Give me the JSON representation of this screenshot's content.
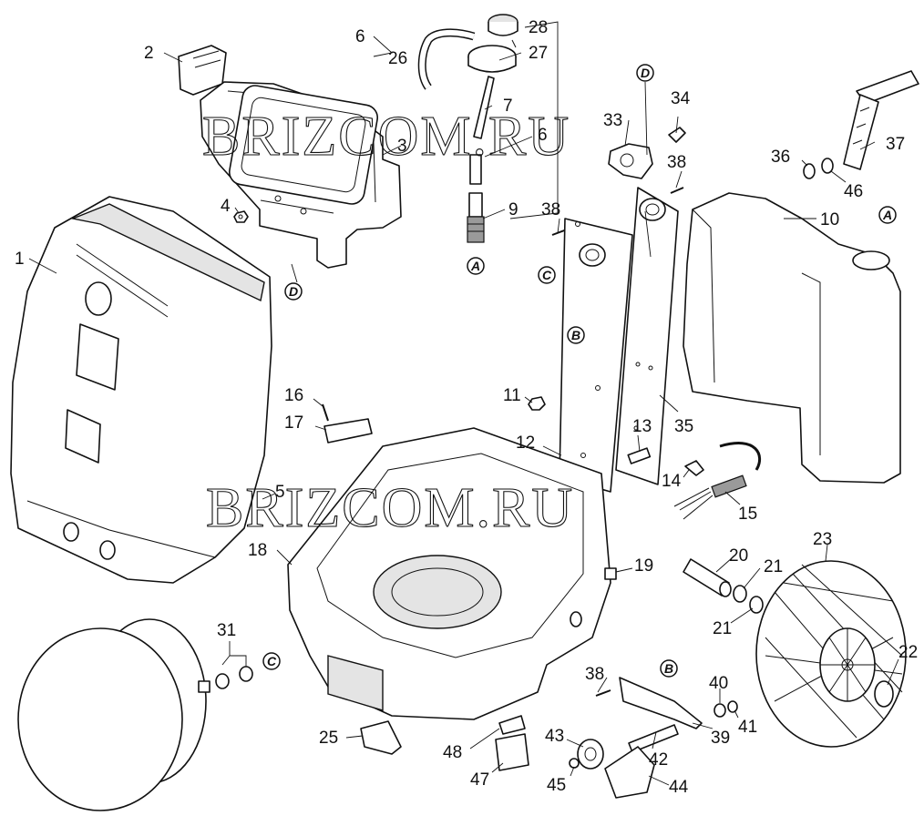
{
  "watermark": "BRIZCOM.RU",
  "part_numbers": [
    "1",
    "2",
    "3",
    "4",
    "5",
    "6",
    "7",
    "9",
    "10",
    "11",
    "12",
    "13",
    "14",
    "15",
    "16",
    "17",
    "18",
    "19",
    "20",
    "21",
    "22",
    "23",
    "25",
    "26",
    "27",
    "28",
    "31",
    "33",
    "34",
    "35",
    "36",
    "37",
    "38",
    "39",
    "40",
    "41",
    "42",
    "43",
    "44",
    "45",
    "46",
    "47",
    "48"
  ],
  "labels": [
    {
      "id": "n2",
      "text": "2"
    },
    {
      "id": "n6a",
      "text": "6"
    },
    {
      "id": "n26",
      "text": "26"
    },
    {
      "id": "n28",
      "text": "28"
    },
    {
      "id": "n27",
      "text": "27"
    },
    {
      "id": "n7",
      "text": "7"
    },
    {
      "id": "n6b",
      "text": "6"
    },
    {
      "id": "n3",
      "text": "3"
    },
    {
      "id": "n4",
      "text": "4"
    },
    {
      "id": "n9",
      "text": "9"
    },
    {
      "id": "n33",
      "text": "33"
    },
    {
      "id": "n34",
      "text": "34"
    },
    {
      "id": "n37",
      "text": "37"
    },
    {
      "id": "n36",
      "text": "36"
    },
    {
      "id": "n46",
      "text": "46"
    },
    {
      "id": "n38a",
      "text": "38"
    },
    {
      "id": "n38b",
      "text": "38"
    },
    {
      "id": "n10",
      "text": "10"
    },
    {
      "id": "n1",
      "text": "1"
    },
    {
      "id": "n11",
      "text": "11"
    },
    {
      "id": "n16",
      "text": "16"
    },
    {
      "id": "n17",
      "text": "17"
    },
    {
      "id": "n12",
      "text": "12"
    },
    {
      "id": "n13",
      "text": "13"
    },
    {
      "id": "n35",
      "text": "35"
    },
    {
      "id": "n14",
      "text": "14"
    },
    {
      "id": "n15",
      "text": "15"
    },
    {
      "id": "n5",
      "text": "5"
    },
    {
      "id": "n18",
      "text": "18"
    },
    {
      "id": "n19",
      "text": "19"
    },
    {
      "id": "n20",
      "text": "20"
    },
    {
      "id": "n21a",
      "text": "21"
    },
    {
      "id": "n21b",
      "text": "21"
    },
    {
      "id": "n23",
      "text": "23"
    },
    {
      "id": "n22",
      "text": "22"
    },
    {
      "id": "n31",
      "text": "31"
    },
    {
      "id": "n38c",
      "text": "38"
    },
    {
      "id": "n40",
      "text": "40"
    },
    {
      "id": "n41",
      "text": "41"
    },
    {
      "id": "n39",
      "text": "39"
    },
    {
      "id": "n25",
      "text": "25"
    },
    {
      "id": "n43",
      "text": "43"
    },
    {
      "id": "n42",
      "text": "42"
    },
    {
      "id": "n48",
      "text": "48"
    },
    {
      "id": "n45",
      "text": "45"
    },
    {
      "id": "n44",
      "text": "44"
    },
    {
      "id": "n47",
      "text": "47"
    }
  ],
  "refs": [
    {
      "id": "rD1",
      "text": "D"
    },
    {
      "id": "rD2",
      "text": "D"
    },
    {
      "id": "rA1",
      "text": "A"
    },
    {
      "id": "rA2",
      "text": "A"
    },
    {
      "id": "rC1",
      "text": "C"
    },
    {
      "id": "rC2",
      "text": "C"
    },
    {
      "id": "rB1",
      "text": "B"
    },
    {
      "id": "rB2",
      "text": "B"
    }
  ]
}
